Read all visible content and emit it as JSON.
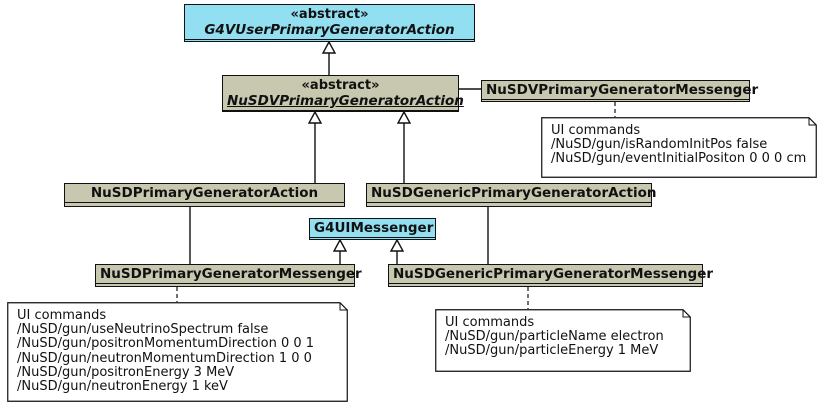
{
  "classes": {
    "g4v": {
      "stereotype": "«abstract»",
      "name": "G4VUserPrimaryGeneratorAction"
    },
    "nusdv": {
      "stereotype": "«abstract»",
      "name": "NuSDVPrimaryGeneratorAction"
    },
    "nusdv_messenger": {
      "name": "NuSDVPrimaryGeneratorMessenger"
    },
    "primary_action": {
      "name": "NuSDPrimaryGeneratorAction"
    },
    "generic_action": {
      "name": "NuSDGenericPrimaryGeneratorAction"
    },
    "g4ui_messenger": {
      "name": "G4UIMessenger"
    },
    "primary_messenger": {
      "name": "NuSDPrimaryGeneratorMessenger"
    },
    "generic_messenger": {
      "name": "NuSDGenericPrimaryGeneratorMessenger"
    }
  },
  "notes": {
    "vmessenger": [
      "UI commands",
      "/NuSD/gun/isRandomInitPos false",
      "/NuSD/gun/eventInitialPositon 0 0 0 cm"
    ],
    "primary": [
      "UI commands",
      "/NuSD/gun/useNeutrinoSpectrum false",
      "/NuSD/gun/positronMomentumDirection 0 0 1",
      "/NuSD/gun/neutronMomentumDirection 1 0 0",
      "/NuSD/gun/positronEnergy 3 MeV",
      "/NuSD/gun/neutronEnergy 1 keV"
    ],
    "generic": [
      "UI commands",
      "/NuSD/gun/particleName electron",
      "/NuSD/gun/particleEnergy 1 MeV"
    ]
  },
  "colors": {
    "abstract_base": "#93dff2",
    "class_fill": "#c8c8b0",
    "line": "#111111"
  }
}
